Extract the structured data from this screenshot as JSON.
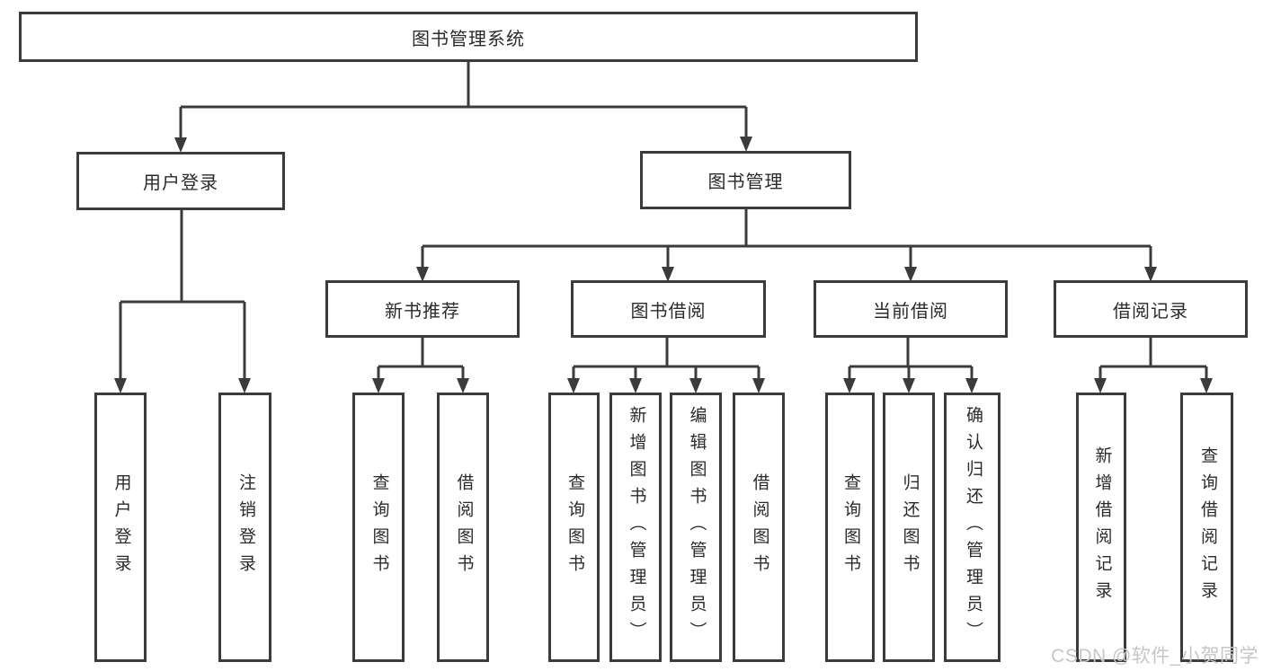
{
  "tree": {
    "label": "图书管理系统",
    "children": [
      {
        "label": "用户登录",
        "children": [
          {
            "label": "用户登录"
          },
          {
            "label": "注销登录"
          }
        ]
      },
      {
        "label": "图书管理",
        "children": [
          {
            "label": "新书推荐",
            "children": [
              {
                "label": "查询图书"
              },
              {
                "label": "借阅图书"
              }
            ]
          },
          {
            "label": "图书借阅",
            "children": [
              {
                "label": "查询图书"
              },
              {
                "label": "新增图书（管理员）"
              },
              {
                "label": "编辑图书（管理员）"
              },
              {
                "label": "借阅图书"
              }
            ]
          },
          {
            "label": "当前借阅",
            "children": [
              {
                "label": "查询图书"
              },
              {
                "label": "归还图书"
              },
              {
                "label": "确认归还（管理员）"
              }
            ]
          },
          {
            "label": "借阅记录",
            "children": [
              {
                "label": "新增借阅记录"
              },
              {
                "label": "查询借阅记录"
              }
            ]
          }
        ]
      }
    ]
  },
  "watermark": "CSDN @软件_小贺同学",
  "colors": {
    "line": "#3b3b3b",
    "box_border": "#3b3b3b",
    "text": "#2b2b2b",
    "watermark": "#c6c6c6",
    "background": "#ffffff"
  }
}
